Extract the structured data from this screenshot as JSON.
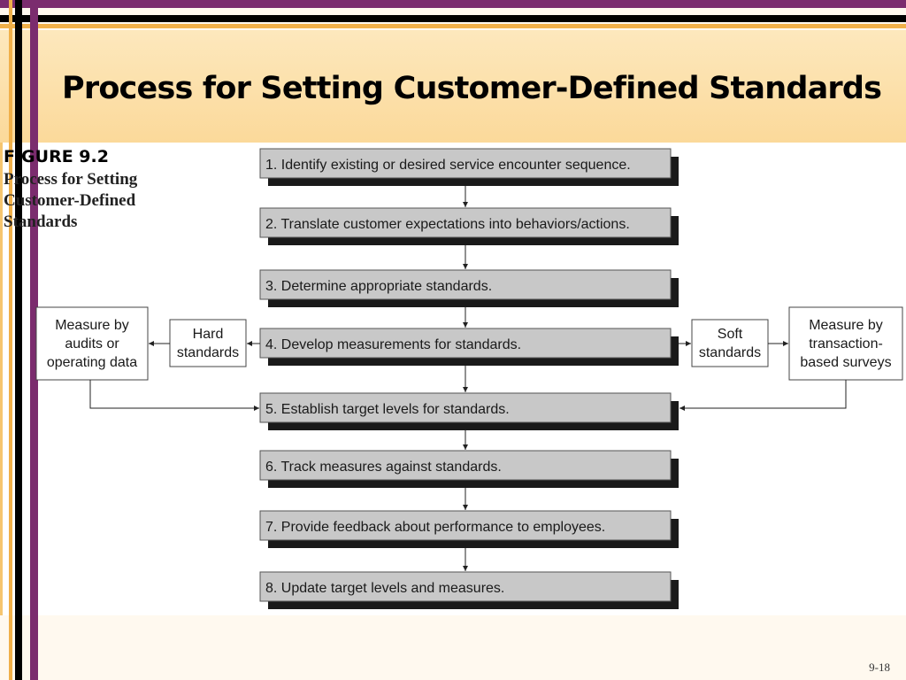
{
  "slide": {
    "title": "Process for Setting Customer-Defined Standards",
    "page_number": "9-18"
  },
  "figure": {
    "label": "FIGURE 9.2",
    "title": "Process for Setting Customer-Defined Standards"
  },
  "steps": [
    "1. Identify existing or desired service encounter sequence.",
    "2. Translate customer expectations into behaviors/actions.",
    "3. Determine appropriate standards.",
    "4. Develop measurements for standards.",
    "5. Establish target levels for standards.",
    "6. Track measures against standards.",
    "7. Provide feedback about performance to employees.",
    "8. Update target levels and measures."
  ],
  "side_boxes": {
    "hard": [
      "Hard",
      "standards"
    ],
    "hard_measure": [
      "Measure by",
      "audits or",
      "operating data"
    ],
    "soft": [
      "Soft",
      "standards"
    ],
    "soft_measure": [
      "Measure by",
      "transaction-",
      "based surveys"
    ]
  },
  "colors": {
    "step_fill": "#c8c8c8",
    "step_shadow": "#1a1a1a",
    "accent_purple": "#7b2c6e",
    "band": "#fbd99a"
  }
}
